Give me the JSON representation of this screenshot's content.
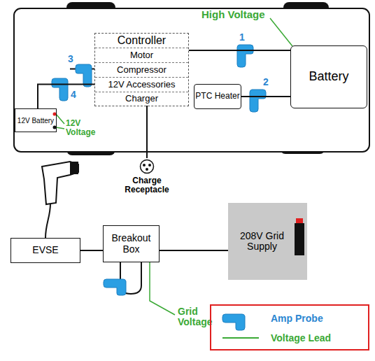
{
  "diagram": {
    "nodes": [
      {
        "text": [
          "Controller"
        ]
      },
      {
        "text": [
          "Motor"
        ],
        "in": 0
      },
      {
        "text": [
          "Compressor"
        ],
        "in": 0
      },
      {
        "text": [
          "12V Accessories"
        ],
        "in": 0
      },
      {
        "text": [
          "Charger"
        ],
        "in": 0
      },
      {
        "text": [
          "Battery"
        ]
      },
      {
        "text": [
          "PTC Heater"
        ]
      },
      {
        "text": [
          "12V Battery"
        ]
      },
      {
        "text": [
          "Charge Receptacle"
        ]
      },
      {
        "text": [
          "EVSE"
        ]
      },
      {
        "text": [
          "Breakout Box"
        ]
      },
      {
        "text": [
          "208V Grid Supply"
        ]
      }
    ],
    "edges": [
      {
        "from": 0,
        "to": 5,
        "arrow": "none"
      },
      {
        "from": 6,
        "to": 5,
        "arrow": "none"
      },
      {
        "from": 3,
        "to": 7,
        "arrow": "none"
      },
      {
        "from": 4,
        "to": 8,
        "arrow": "none"
      },
      {
        "from": 9,
        "to": 10,
        "arrow": "none"
      },
      {
        "from": 10,
        "to": 11,
        "arrow": "none"
      }
    ],
    "labels": [
      "High Voltage",
      "1",
      "2",
      "3",
      "4",
      "12V Voltage",
      "Grid Voltage"
    ],
    "legend": [
      {
        "text": "Amp Probe"
      },
      {
        "text": "Voltage Lead"
      }
    ]
  }
}
